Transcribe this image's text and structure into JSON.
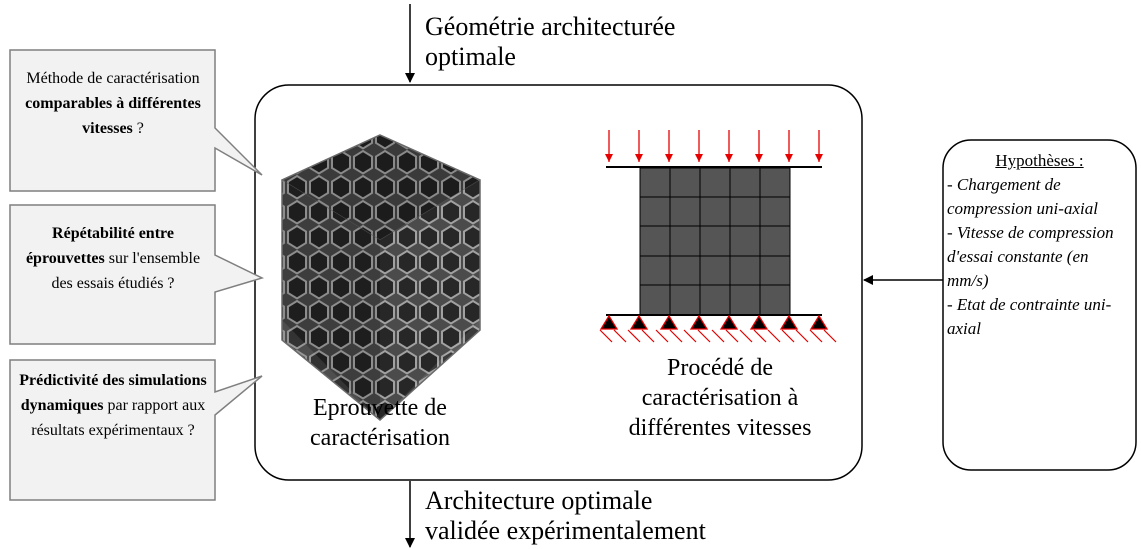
{
  "top_input": {
    "line1": "Géométrie architecturée",
    "line2": "optimale"
  },
  "bottom_output": {
    "line1": "Architecture optimale",
    "line2": "validée expérimentalement"
  },
  "specimen_label": {
    "line1": "Eprouvette de",
    "line2": "caractérisation"
  },
  "process_label": {
    "line1": "Procédé de",
    "line2": "caractérisation à",
    "line3": "différentes vitesses"
  },
  "callouts": [
    {
      "pre": "Méthode de caractérisation ",
      "bold": "comparables à différentes vitesses",
      "post": " ?"
    },
    {
      "pre": "",
      "bold": "Répétabilité entre éprouvettes",
      "post": " sur l'ensemble des essais étudiés ?"
    },
    {
      "pre": "",
      "bold": "Prédictivité des simulations dynamiques",
      "post": " par rapport aux résultats expérimentaux ?"
    }
  ],
  "hypotheses": {
    "title": "Hypothèses :",
    "items": [
      "- Chargement de compression uni-axial",
      "- Vitesse de compression d'essai constante (en mm/s)",
      "- Etat de contrainte uni-axial"
    ]
  },
  "colors": {
    "load_arrows": "#e60000",
    "mesh_fill": "#555555",
    "support": "#e60000"
  },
  "icons": {
    "specimen": "lattice-cube-image"
  }
}
